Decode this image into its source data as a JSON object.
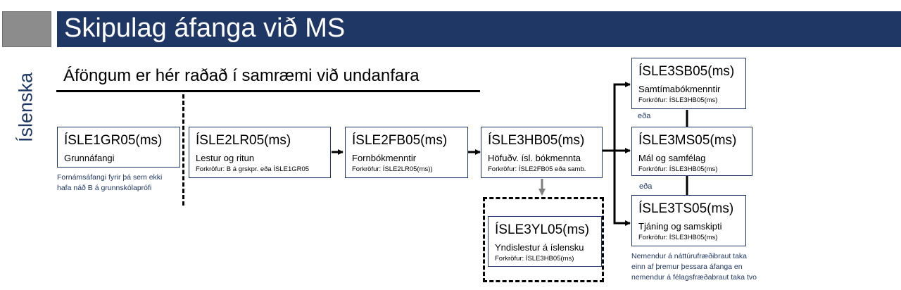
{
  "header": {
    "title": "Skipulag áfanga við MS"
  },
  "side_label": "Íslenska",
  "subtitle": "Áföngum er hér raðað í samræmi við undanfara",
  "courses": [
    {
      "code": "ÍSLE1GR05(ms)",
      "name": "Grunnáfangi",
      "prereq": ""
    },
    {
      "code": "ÍSLE2LR05(ms)",
      "name": "Lestur og ritun",
      "prereq": "Forkröfur: B á grskpr. eða ÍSLE1GR05"
    },
    {
      "code": "ÍSLE2FB05(ms)",
      "name": "Fornbókmenntir",
      "prereq": "Forkröfur: ÍSLE2LR05(ms))"
    },
    {
      "code": "ÍSLE3HB05(ms)",
      "name": "Höfuðv. ísl. bókmennta",
      "prereq": "Forkröfur: ÍSLE2FB05 eða samb."
    },
    {
      "code": "ÍSLE3YL05(ms)",
      "name": "Yndislestur á íslensku",
      "prereq": "Forkröfur: ÍSLE3HB05(ms)"
    },
    {
      "code": "ÍSLE3SB05(ms)",
      "name": "Samtímabókmenntir",
      "prereq": "Forkröfur: ÍSLE3HB05(ms)"
    },
    {
      "code": "ÍSLE3MS05(ms)",
      "name": "Mál og samfélag",
      "prereq": "Forkröfur: ÍSLE3HB05(ms)"
    },
    {
      "code": "ÍSLE3TS05(ms)",
      "name": "Tjáning og samskipti",
      "prereq": "Forkröfur: ÍSLE3HB05(ms)"
    }
  ],
  "notes": {
    "grunn": [
      "Fornámsáfangi fyrir þá sem ekki",
      "hafa náð B á grunnskólaprófi"
    ],
    "bottom": [
      "Nemendur  á náttúrufræðibraut taka",
      "einn af þremur þessara áfanga en",
      "nemendur  á félagsfræðabraut taka tvo"
    ],
    "eda_1": "eða",
    "eda_2": "eða"
  },
  "colors": {
    "header_bg": "#1f3764",
    "box_border": "#1f3764",
    "arrow": "#000000",
    "arrow_gray": "#7f7f7f",
    "note_text": "#1f3764"
  }
}
